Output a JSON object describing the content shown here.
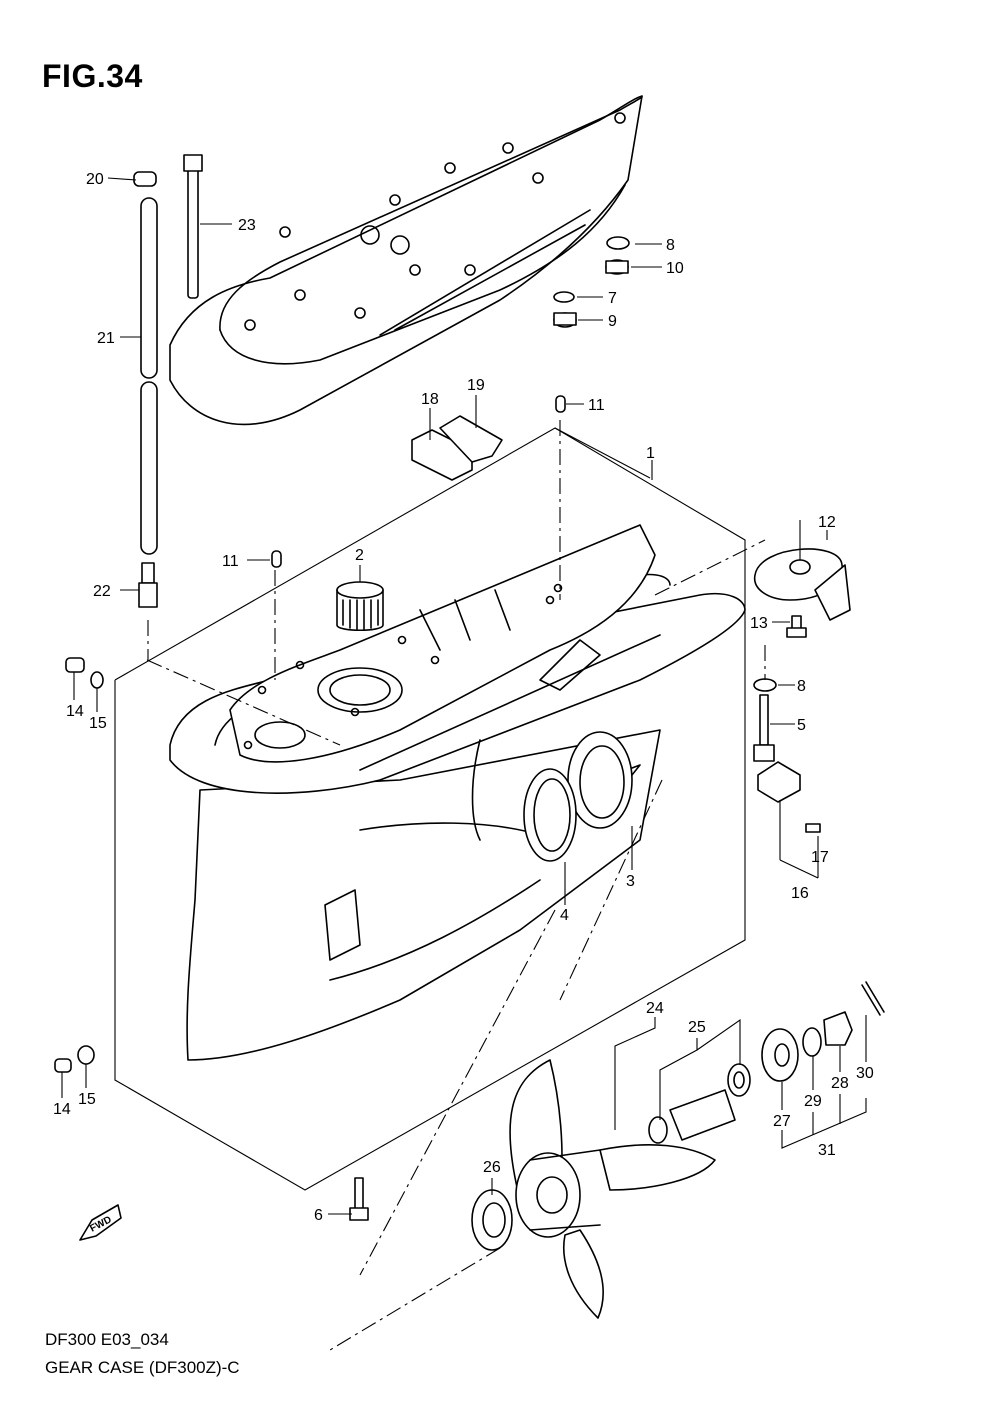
{
  "figure": {
    "title": "FIG.34",
    "code": "DF300 E03_034",
    "caption": "GEAR CASE (DF300Z)-C",
    "direction_badge": "FWD"
  },
  "callouts": {
    "c1": "1",
    "c2": "2",
    "c3": "3",
    "c4": "4",
    "c5": "5",
    "c6": "6",
    "c7": "7",
    "c8a": "8",
    "c8b": "8",
    "c9": "9",
    "c10": "10",
    "c11a": "11",
    "c11b": "11",
    "c12": "12",
    "c13": "13",
    "c14a": "14",
    "c14b": "14",
    "c15a": "15",
    "c15b": "15",
    "c16": "16",
    "c17": "17",
    "c18": "18",
    "c19": "19",
    "c20": "20",
    "c21": "21",
    "c22": "22",
    "c23": "23",
    "c24": "24",
    "c25": "25",
    "c26": "26",
    "c27": "27",
    "c28": "28",
    "c29": "29",
    "c30": "30",
    "c31": "31"
  }
}
